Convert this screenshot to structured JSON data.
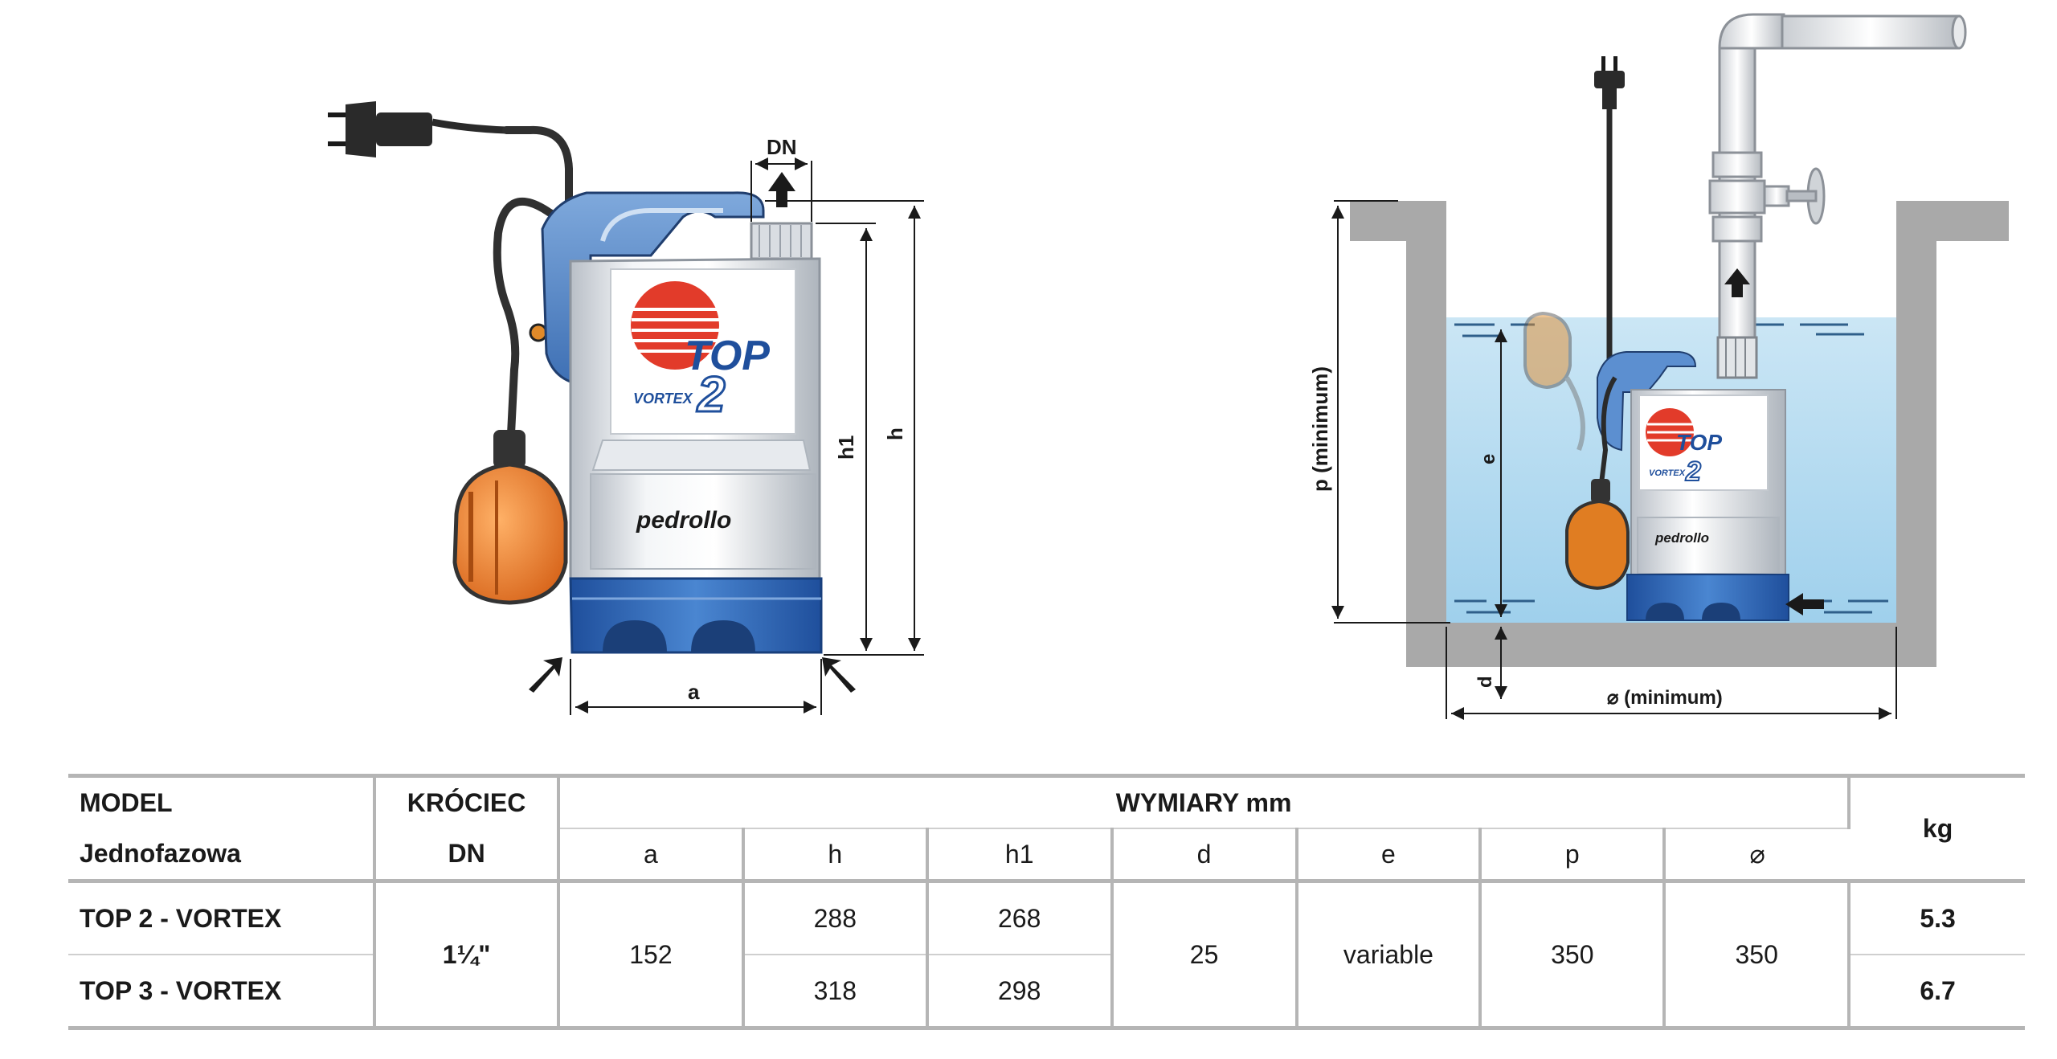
{
  "pump_drawing": {
    "dim_dn": "DN",
    "dim_h1": "h1",
    "dim_h": "h",
    "dim_a": "a",
    "badge_top": "TOP",
    "badge_number": "2",
    "badge_vortex": "VORTEX",
    "brand": "pedrollo"
  },
  "installation_drawing": {
    "dim_p": "p  (minimum)",
    "dim_e": "e",
    "dim_d": "d",
    "dim_square": "⌀  (minimum)",
    "badge_top": "TOP",
    "badge_number": "2",
    "badge_vortex": "VORTEX",
    "brand": "pedrollo"
  },
  "table": {
    "header": {
      "model": "MODEL",
      "model_sub": "Jednofazowa",
      "krociec": "KRÓCIEC",
      "krociec_sub": "DN",
      "wymiary": "WYMIARY mm",
      "kg": "kg",
      "cols": [
        "a",
        "h",
        "h1",
        "d",
        "e",
        "p",
        "⌀"
      ]
    },
    "rows": [
      {
        "model": "TOP 2 - VORTEX",
        "h": "288",
        "h1": "268",
        "kg": "5.3"
      },
      {
        "model": "TOP 3 - VORTEX",
        "h": "318",
        "h1": "298",
        "kg": "6.7"
      }
    ],
    "shared": {
      "dn": "1¼\"",
      "a": "152",
      "d": "25",
      "e": "variable",
      "p": "350",
      "square": "350"
    }
  }
}
